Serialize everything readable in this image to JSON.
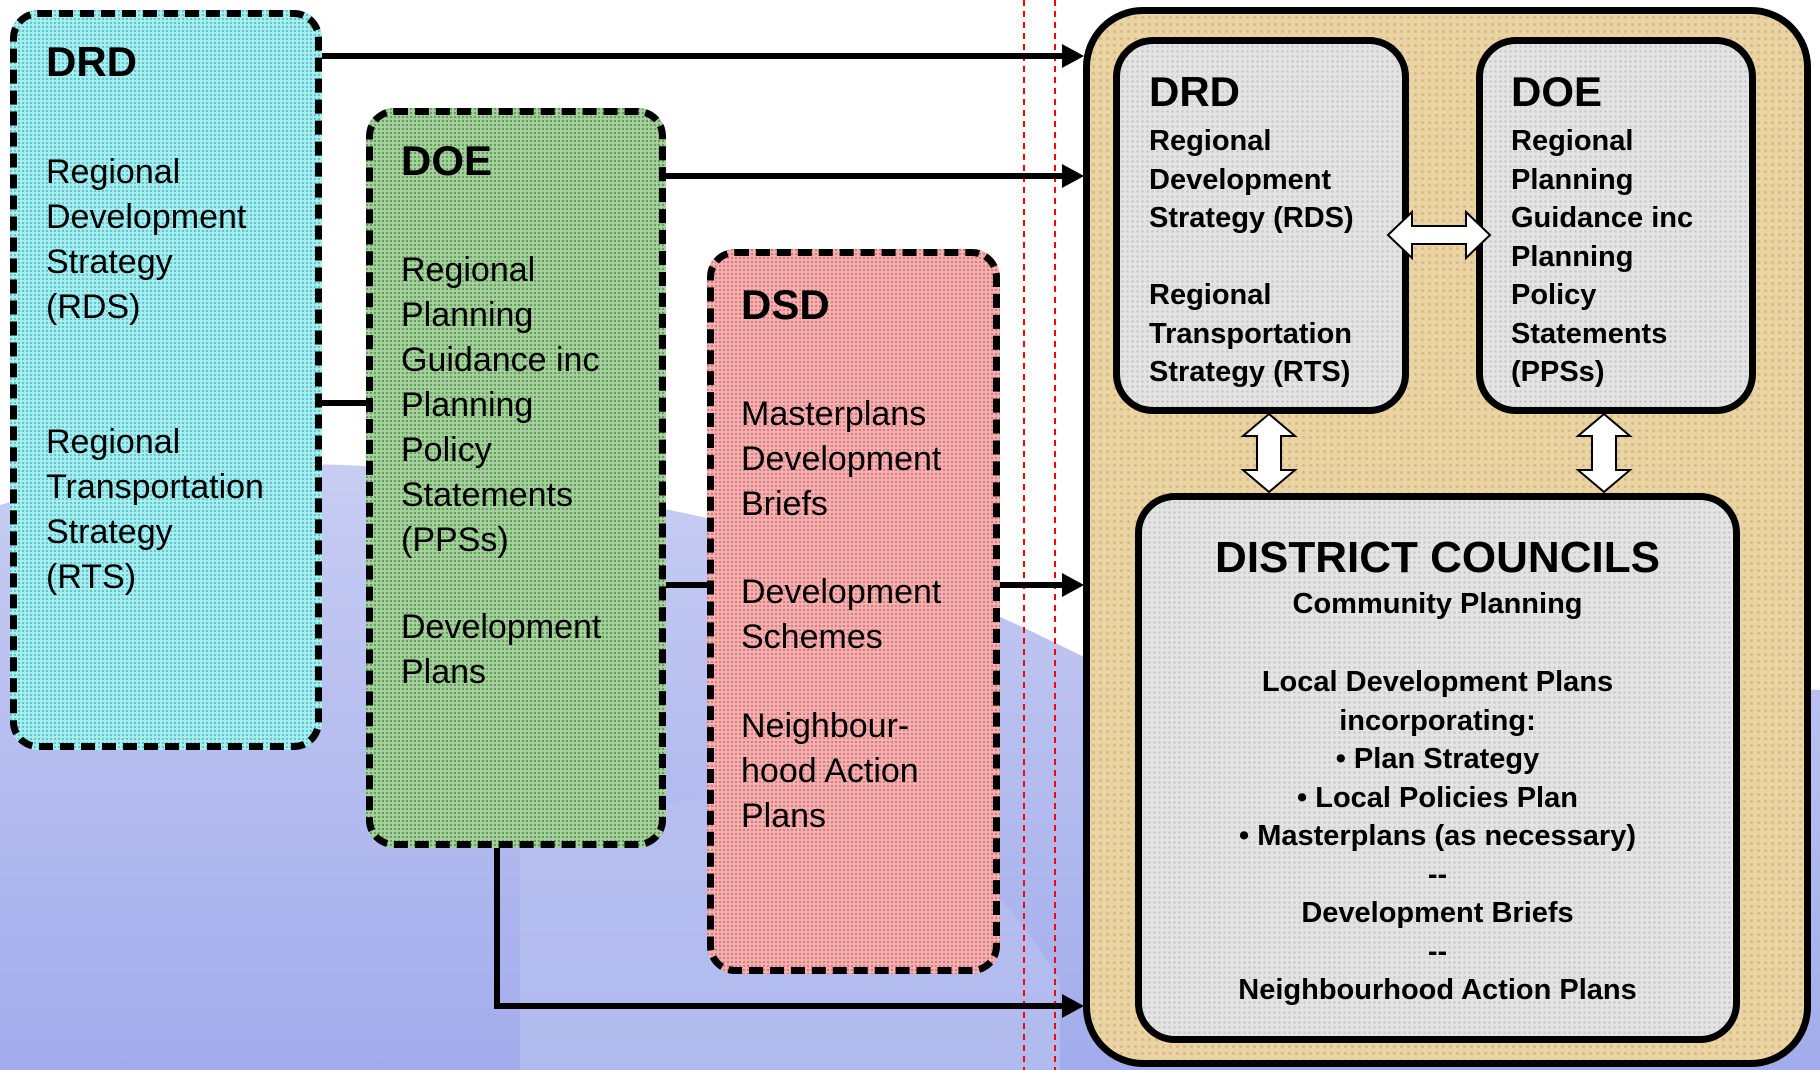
{
  "colors": {
    "drd": "#a9eef0",
    "doe": "#a9d1a0",
    "dsd": "#f4b3b3",
    "outer_panel": "#ebd4a4",
    "inner_box": "#e4e4e4",
    "divider": "#ff0000"
  },
  "left_drd": {
    "title": "DRD",
    "items": [
      "Regional\nDevelopment\nStrategy\n(RDS)",
      "Regional\nTransportation\nStrategy\n(RTS)"
    ]
  },
  "left_doe": {
    "title": "DOE",
    "items": [
      "Regional\nPlanning\nGuidance inc\nPlanning\nPolicy\nStatements\n(PPSs)",
      "Development\nPlans"
    ]
  },
  "left_dsd": {
    "title": "DSD",
    "items": [
      "Masterplans\nDevelopment\nBriefs",
      "Development\nSchemes",
      "Neighbour-\nhood Action\nPlans"
    ]
  },
  "right_drd": {
    "title": "DRD",
    "items": [
      "Regional\nDevelopment\nStrategy (RDS)",
      "Regional\nTransportation\nStrategy (RTS)"
    ]
  },
  "right_doe": {
    "title": "DOE",
    "text": "Regional\nPlanning\nGuidance inc\nPlanning\nPolicy\nStatements\n(PPSs)"
  },
  "district_councils": {
    "title": "DISTRICT COUNCILS",
    "subtitle": "Community Planning",
    "body": "Local Development Plans\nincorporating:\n• Plan Strategy\n• Local Policies Plan\n• Masterplans (as necessary)\n--\nDevelopment Briefs\n--\nNeighbourhood Action Plans"
  }
}
